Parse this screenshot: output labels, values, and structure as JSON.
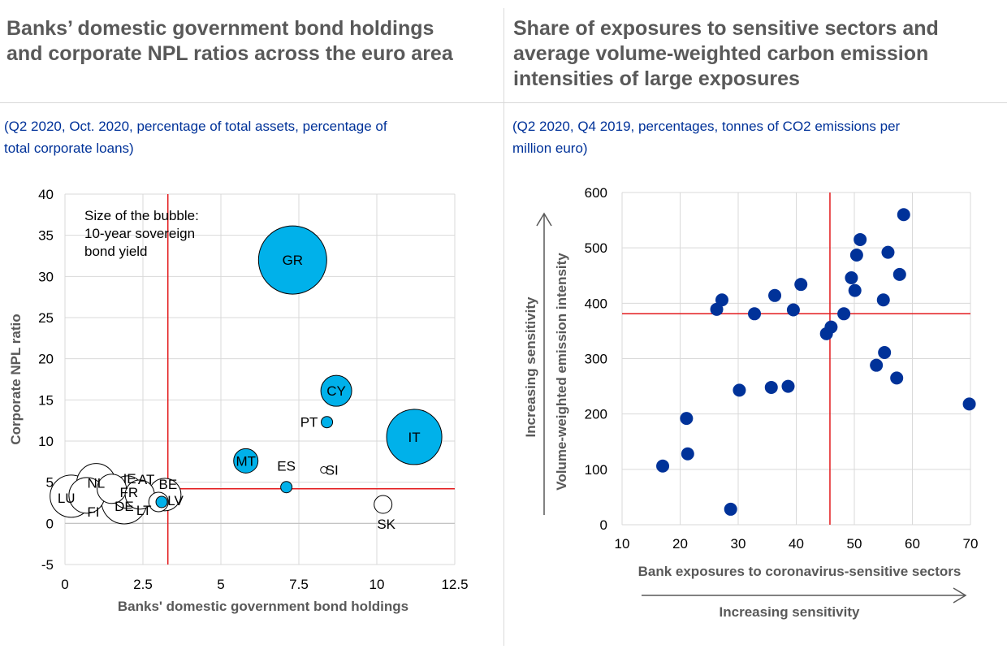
{
  "left": {
    "title_line1": "Banks’ domestic government bond holdings",
    "title_line2": "and corporate NPL ratios across the euro area",
    "subtitle_line1": "(Q2 2020, Oct. 2020, percentage of total assets, percentage of",
    "subtitle_line2": "total corporate loans)"
  },
  "right": {
    "title_line1": "Share of exposures to sensitive sectors and",
    "title_line2": "average volume-weighted carbon emission",
    "title_line3": "intensities of large exposures",
    "subtitle_line1": "(Q2 2020, Q4 2019, percentages, tonnes of CO2 emissions per",
    "subtitle_line2": "million euro)"
  },
  "chart_data": [
    {
      "type": "scatter",
      "subtype": "bubble",
      "xlabel": "Banks' domestic government bond holdings",
      "ylabel": "Corporate NPL ratio",
      "xlim": [
        0,
        12.5
      ],
      "ylim": [
        -5,
        40
      ],
      "xticks": [
        "0",
        "2.5",
        "5",
        "7.5",
        "10",
        "12.5"
      ],
      "yticks": [
        "-5",
        "0",
        "5",
        "10",
        "15",
        "20",
        "25",
        "30",
        "35",
        "40"
      ],
      "grid": true,
      "annotation": [
        "Size of the bubble:",
        "10-year sovereign",
        "bond yield"
      ],
      "reference_lines": {
        "x": 3.3,
        "y": 4.2,
        "color": "#e31a1c"
      },
      "colors": {
        "highlight": "#00b1ea",
        "plain": "#ffffff",
        "outline": "#000000"
      },
      "points": [
        {
          "label": "LU",
          "x": 0.2,
          "y": 3.3,
          "size": 26,
          "highlight": false
        },
        {
          "label": "FI",
          "x": 0.7,
          "y": 3.4,
          "size": 22,
          "highlight": false
        },
        {
          "label": "NL",
          "x": 1.0,
          "y": 4.9,
          "size": 24,
          "highlight": false
        },
        {
          "label": "IE",
          "x": 1.5,
          "y": 4.2,
          "size": 18,
          "highlight": false
        },
        {
          "label": "FR",
          "x": 2.0,
          "y": 3.8,
          "size": 20,
          "highlight": false
        },
        {
          "label": "DE",
          "x": 1.9,
          "y": 2.7,
          "size": 28,
          "highlight": false
        },
        {
          "label": "AT",
          "x": 2.4,
          "y": 3.5,
          "size": 18,
          "highlight": false
        },
        {
          "label": "LT",
          "x": 3.0,
          "y": 2.6,
          "size": 12,
          "highlight": false
        },
        {
          "label": "BE",
          "x": 3.2,
          "y": 3.5,
          "size": 20,
          "highlight": false
        },
        {
          "label": "LV",
          "x": 3.1,
          "y": 2.6,
          "size": 7,
          "highlight": true
        },
        {
          "label": "MT",
          "x": 5.8,
          "y": 7.6,
          "size": 15,
          "highlight": true
        },
        {
          "label": "ES",
          "x": 7.1,
          "y": 4.4,
          "size": 7,
          "highlight": true
        },
        {
          "label": "SI",
          "x": 8.3,
          "y": 6.5,
          "size": 4,
          "highlight": false
        },
        {
          "label": "SK",
          "x": 10.2,
          "y": 2.3,
          "size": 11,
          "highlight": false
        },
        {
          "label": "PT",
          "x": 8.4,
          "y": 12.3,
          "size": 7,
          "highlight": true
        },
        {
          "label": "CY",
          "x": 8.7,
          "y": 16.1,
          "size": 19,
          "highlight": true
        },
        {
          "label": "GR",
          "x": 7.3,
          "y": 32.0,
          "size": 42,
          "highlight": true
        },
        {
          "label": "IT",
          "x": 11.2,
          "y": 10.5,
          "size": 34,
          "highlight": true
        }
      ]
    },
    {
      "type": "scatter",
      "xlabel": "Bank exposures to coronavirus-sensitive sectors",
      "ylabel": "Volume-weighted emission intensity",
      "xlim": [
        10,
        70
      ],
      "ylim": [
        0,
        600
      ],
      "xticks": [
        "10",
        "20",
        "30",
        "40",
        "50",
        "60",
        "70"
      ],
      "yticks": [
        "0",
        "100",
        "200",
        "300",
        "400",
        "500",
        "600"
      ],
      "grid": true,
      "x_arrow_label": "Increasing sensitivity",
      "y_arrow_label": "Increasing sensitivity",
      "reference_lines": {
        "x": 45.8,
        "y": 381,
        "color": "#e31a1c"
      },
      "colors": {
        "point": "#003299"
      },
      "points": [
        {
          "x": 17.0,
          "y": 106
        },
        {
          "x": 21.1,
          "y": 192
        },
        {
          "x": 21.3,
          "y": 128
        },
        {
          "x": 26.3,
          "y": 389
        },
        {
          "x": 27.2,
          "y": 406
        },
        {
          "x": 28.7,
          "y": 28
        },
        {
          "x": 30.2,
          "y": 243
        },
        {
          "x": 32.8,
          "y": 381
        },
        {
          "x": 35.7,
          "y": 248
        },
        {
          "x": 36.3,
          "y": 414
        },
        {
          "x": 38.6,
          "y": 250
        },
        {
          "x": 39.5,
          "y": 388
        },
        {
          "x": 40.8,
          "y": 434
        },
        {
          "x": 45.2,
          "y": 345
        },
        {
          "x": 46.0,
          "y": 357
        },
        {
          "x": 48.2,
          "y": 381
        },
        {
          "x": 49.5,
          "y": 446
        },
        {
          "x": 50.1,
          "y": 423
        },
        {
          "x": 50.4,
          "y": 487
        },
        {
          "x": 51.0,
          "y": 515
        },
        {
          "x": 53.8,
          "y": 288
        },
        {
          "x": 55.0,
          "y": 406
        },
        {
          "x": 55.2,
          "y": 311
        },
        {
          "x": 55.8,
          "y": 492
        },
        {
          "x": 57.3,
          "y": 265
        },
        {
          "x": 57.8,
          "y": 452
        },
        {
          "x": 58.5,
          "y": 560
        },
        {
          "x": 69.8,
          "y": 218
        }
      ]
    }
  ]
}
